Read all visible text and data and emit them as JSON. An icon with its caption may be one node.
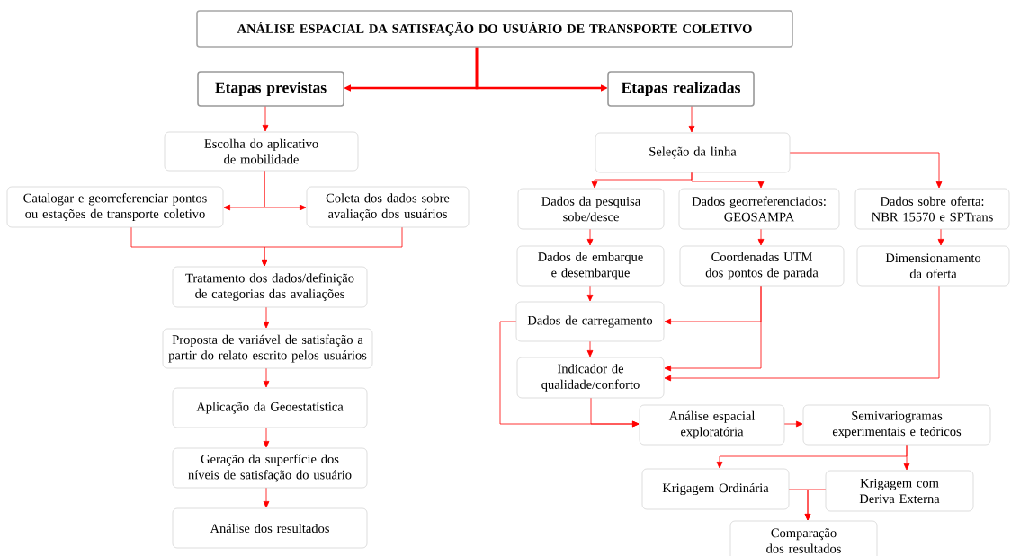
{
  "diagram": {
    "nodes": [
      {
        "text": [
          "ANÁLISE ESPACIAL DA SATISFAÇÃO DO USUÁRIO DE TRANSPORTE COLETIVO"
        ]
      },
      {
        "text": [
          "Etapas previstas"
        ]
      },
      {
        "text": [
          "Etapas realizadas"
        ]
      },
      {
        "text": [
          "Escolha do aplicativo de mobilidade"
        ]
      },
      {
        "text": [
          "Catalogar e georreferenciar pontos ou estações de transporte coletivo"
        ]
      },
      {
        "text": [
          "Coleta dos dados sobre avaliação dos usuários"
        ]
      },
      {
        "text": [
          "Tratamento dos dados/definição de categorias das avaliações"
        ]
      },
      {
        "text": [
          "Proposta de variável de satisfação a partir do relato escrito pelos usuários"
        ]
      },
      {
        "text": [
          "Aplicação da Geoestatística"
        ]
      },
      {
        "text": [
          "Geração da superfície dos níveis de satisfação do usuário"
        ]
      },
      {
        "text": [
          "Análise dos resultados"
        ]
      },
      {
        "text": [
          "Seleção da linha"
        ]
      },
      {
        "text": [
          "Dados da pesquisa sobe/desce"
        ]
      },
      {
        "text": [
          "Dados georreferenciados: GEOSAMPA"
        ]
      },
      {
        "text": [
          "Dados sobre oferta: NBR 15570 e SPTrans"
        ]
      },
      {
        "text": [
          "Dados de embarque e desembarque"
        ]
      },
      {
        "text": [
          "Coordenadas UTM dos pontos de parada"
        ]
      },
      {
        "text": [
          "Dimensionamento da oferta"
        ]
      },
      {
        "text": [
          "Dados de carregamento"
        ]
      },
      {
        "text": [
          "Indicador de qualidade/conforto"
        ]
      },
      {
        "text": [
          "Análise espacial exploratória"
        ]
      },
      {
        "text": [
          "Semivariogramas experimentais e teóricos"
        ]
      },
      {
        "text": [
          "Krigagem Ordinária"
        ]
      },
      {
        "text": [
          "Krigagem com Deriva Externa"
        ]
      },
      {
        "text": [
          "Comparação dos resultados"
        ]
      }
    ],
    "edges": [
      {
        "from": 0,
        "to": 1,
        "arrow": "to",
        "style": "thick"
      },
      {
        "from": 0,
        "to": 2,
        "arrow": "to",
        "style": "thick"
      },
      {
        "from": 1,
        "to": 3,
        "arrow": "to"
      },
      {
        "from": 3,
        "to": 4,
        "arrow": "to"
      },
      {
        "from": 3,
        "to": 5,
        "arrow": "to"
      },
      {
        "from": 4,
        "to": 6,
        "arrow": "to"
      },
      {
        "from": 5,
        "to": 6,
        "arrow": "to"
      },
      {
        "from": 6,
        "to": 7,
        "arrow": "to"
      },
      {
        "from": 7,
        "to": 8,
        "arrow": "to"
      },
      {
        "from": 8,
        "to": 9,
        "arrow": "to"
      },
      {
        "from": 9,
        "to": 10,
        "arrow": "to"
      },
      {
        "from": 2,
        "to": 11,
        "arrow": "to"
      },
      {
        "from": 11,
        "to": 12,
        "arrow": "to"
      },
      {
        "from": 11,
        "to": 13,
        "arrow": "to"
      },
      {
        "from": 11,
        "to": 14,
        "arrow": "to"
      },
      {
        "from": 12,
        "to": 15,
        "arrow": "to"
      },
      {
        "from": 13,
        "to": 16,
        "arrow": "to"
      },
      {
        "from": 14,
        "to": 17,
        "arrow": "to"
      },
      {
        "from": 15,
        "to": 18,
        "arrow": "to"
      },
      {
        "from": 16,
        "to": 18,
        "arrow": "to"
      },
      {
        "from": 16,
        "to": 19,
        "arrow": "to"
      },
      {
        "from": 17,
        "to": 19,
        "arrow": "to"
      },
      {
        "from": 18,
        "to": 19,
        "arrow": "to"
      },
      {
        "from": 18,
        "to": 20,
        "arrow": "to"
      },
      {
        "from": 19,
        "to": 20,
        "arrow": "to"
      },
      {
        "from": 20,
        "to": 21,
        "arrow": "to"
      },
      {
        "from": 21,
        "to": 22,
        "arrow": "to"
      },
      {
        "from": 21,
        "to": 23,
        "arrow": "to"
      },
      {
        "from": 22,
        "to": 24,
        "arrow": "to"
      },
      {
        "from": 23,
        "to": 24,
        "arrow": "to"
      }
    ]
  }
}
